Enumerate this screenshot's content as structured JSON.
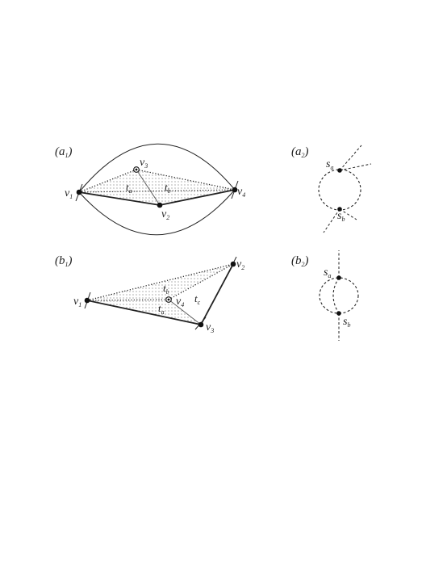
{
  "panels": {
    "a1": {
      "letter": "a",
      "sub": "1"
    },
    "a2": {
      "letter": "a",
      "sub": "2"
    },
    "b1": {
      "letter": "b",
      "sub": "1"
    },
    "b2": {
      "letter": "b",
      "sub": "2"
    }
  },
  "a1": {
    "v1": {
      "name": "v",
      "sub": "1"
    },
    "v2": {
      "name": "v",
      "sub": "2"
    },
    "v3": {
      "name": "v",
      "sub": "3"
    },
    "v4": {
      "name": "v",
      "sub": "4"
    },
    "ta": {
      "name": "t",
      "sub": "a"
    },
    "tb": {
      "name": "t",
      "sub": "b"
    }
  },
  "a2": {
    "sa": {
      "name": "s",
      "sub": "a"
    },
    "sb": {
      "name": "s",
      "sub": "b"
    }
  },
  "b1": {
    "v1": {
      "name": "v",
      "sub": "1"
    },
    "v2": {
      "name": "v",
      "sub": "2"
    },
    "v3": {
      "name": "v",
      "sub": "3"
    },
    "v4": {
      "name": "v",
      "sub": "4"
    },
    "ta": {
      "name": "t",
      "sub": "a"
    },
    "tb": {
      "name": "t",
      "sub": "b"
    },
    "tc": {
      "name": "t",
      "sub": "c"
    }
  },
  "b2": {
    "sa": {
      "name": "s",
      "sub": "a"
    },
    "sb": {
      "name": "s",
      "sub": "b"
    }
  },
  "colors": {
    "ink": "#222222",
    "fill_dots": "#444444"
  }
}
